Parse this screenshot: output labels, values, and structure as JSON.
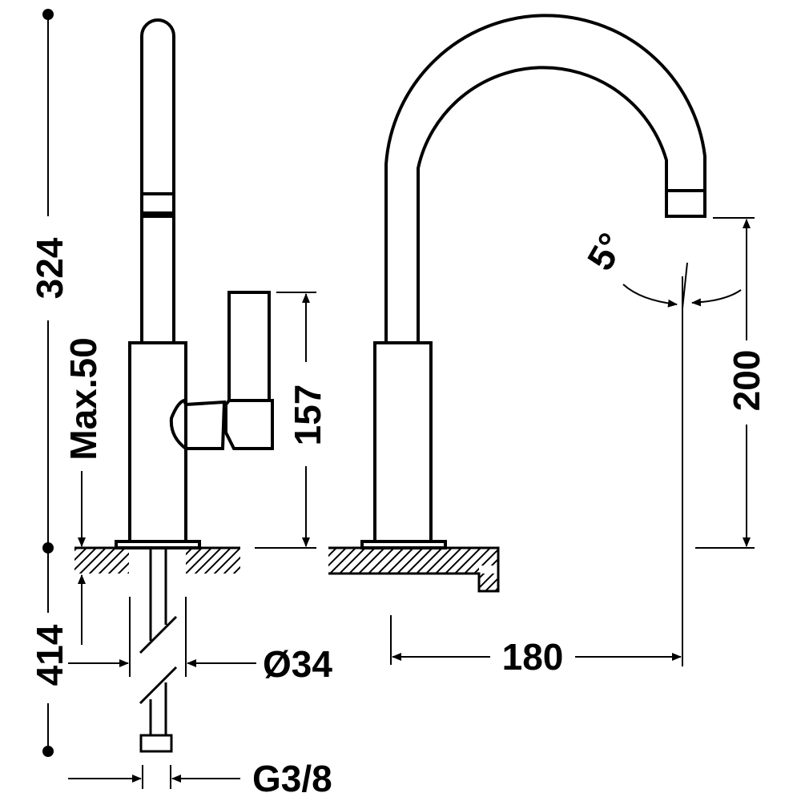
{
  "dimensions": {
    "total_height": "324",
    "below_counter": "414",
    "max_thickness": "Max.50",
    "handle_height": "157",
    "spout_height": "200",
    "spout_angle": "5°",
    "spout_reach": "180",
    "hole_diameter": "Ø34",
    "connection_thread": "G3/8"
  }
}
